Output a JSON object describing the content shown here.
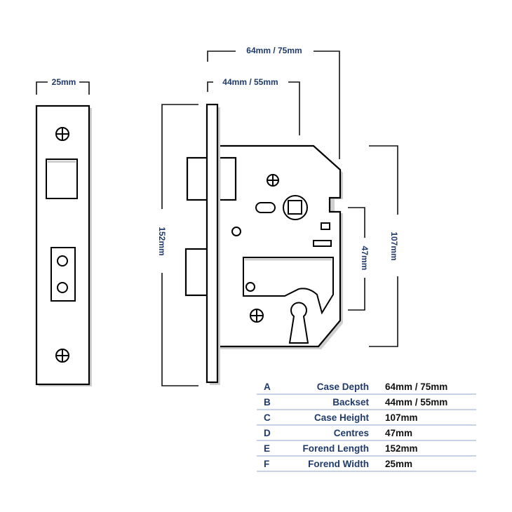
{
  "dimensions": {
    "forend_width": "25mm",
    "case_depth": "64mm / 75mm",
    "backset": "44mm / 55mm",
    "forend_length": "152mm",
    "case_height": "107mm",
    "centres": "47mm"
  },
  "specs": [
    {
      "code": "A",
      "label": "Case Depth",
      "value": "64mm / 75mm"
    },
    {
      "code": "B",
      "label": "Backset",
      "value": "44mm / 55mm"
    },
    {
      "code": "C",
      "label": "Case Height",
      "value": "107mm"
    },
    {
      "code": "D",
      "label": "Centres",
      "value": "47mm"
    },
    {
      "code": "E",
      "label": "Forend Length",
      "value": "152mm"
    },
    {
      "code": "F",
      "label": "Forend Width",
      "value": "25mm"
    }
  ],
  "colors": {
    "label_blue": "#1f3a6b",
    "table_rule": "#c6d3e6",
    "outline": "#000000"
  }
}
